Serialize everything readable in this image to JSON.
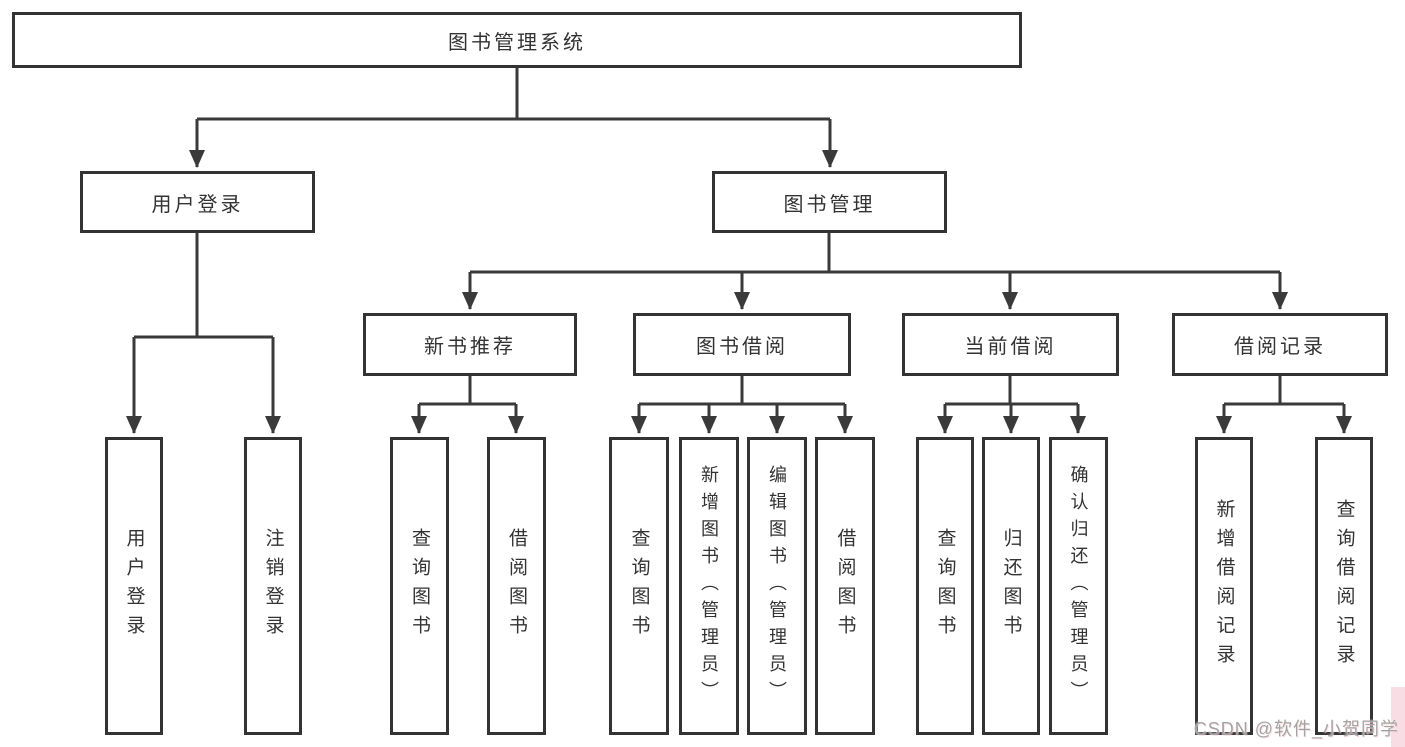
{
  "root": {
    "label": "图书管理系统"
  },
  "level2": [
    {
      "label": "用户登录"
    },
    {
      "label": "图书管理"
    }
  ],
  "level3": [
    {
      "label": "新书推荐"
    },
    {
      "label": "图书借阅"
    },
    {
      "label": "当前借阅"
    },
    {
      "label": "借阅记录"
    }
  ],
  "level4": {
    "user_login": [
      {
        "label": "用户登录"
      },
      {
        "label": "注销登录"
      }
    ],
    "new_books": [
      {
        "label": "查询图书"
      },
      {
        "label": "借阅图书"
      }
    ],
    "book_borrow": [
      {
        "label": "查询图书"
      },
      {
        "label": "新增图书（管理员）"
      },
      {
        "label": "编辑图书（管理员）"
      },
      {
        "label": "借阅图书"
      }
    ],
    "current_borrow": [
      {
        "label": "查询图书"
      },
      {
        "label": "归还图书"
      },
      {
        "label": "确认归还（管理员）"
      }
    ],
    "borrow_records": [
      {
        "label": "新增借阅记录"
      },
      {
        "label": "查询借阅记录"
      }
    ]
  },
  "watermark": "CSDN @软件_小贺同学",
  "colors": {
    "line": "#3a3a3a",
    "box_border": "#333333",
    "text": "#333333",
    "background": "#ffffff",
    "watermark_text": "#a3a3a3",
    "watermark_pink": "#f3c3cd"
  }
}
